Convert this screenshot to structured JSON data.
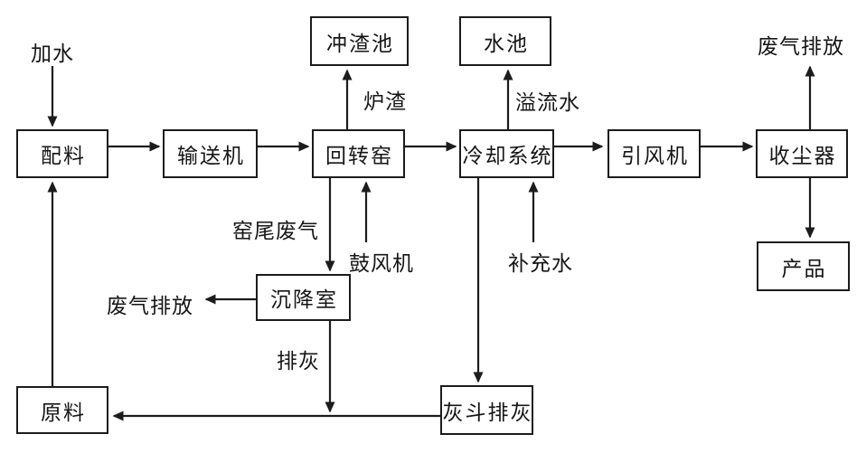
{
  "diagram": {
    "type": "process-flowchart",
    "language": "zh-CN",
    "nodes": {
      "peiliao": "配料",
      "shusongji": "输送机",
      "huizhuanyao": "回转窑",
      "lengquexitong": "冷却系统",
      "yinfengji": "引风机",
      "shouchenqi": "收尘器",
      "chongzhachi": "冲渣池",
      "shuichi": "水池",
      "chanpin": "产品",
      "chenjiangshi": "沉降室",
      "yuanliao": "原料",
      "huidoupaihui": "灰斗排灰"
    },
    "labels": {
      "jiashui": "加水",
      "luzha": "炉渣",
      "yiliushui": "溢流水",
      "feiqi_top": "废气排放",
      "yaowei_feiqi": "窑尾废气",
      "gufengji": "鼓风机",
      "buchongshui": "补充水",
      "feiqi_left": "废气排放",
      "paihui": "排灰"
    },
    "edges": [
      {
        "from": "加水",
        "to": "配料",
        "label": ""
      },
      {
        "from": "原料",
        "to": "配料",
        "label": ""
      },
      {
        "from": "配料",
        "to": "输送机",
        "label": ""
      },
      {
        "from": "输送机",
        "to": "回转窑",
        "label": ""
      },
      {
        "from": "鼓风机",
        "to": "回转窑",
        "label": ""
      },
      {
        "from": "回转窑",
        "to": "冲渣池",
        "label": "炉渣"
      },
      {
        "from": "回转窑",
        "to": "冷却系统",
        "label": ""
      },
      {
        "from": "回转窑",
        "to": "沉降室",
        "label": "窑尾废气"
      },
      {
        "from": "补充水",
        "to": "冷却系统",
        "label": ""
      },
      {
        "from": "冷却系统",
        "to": "水池",
        "label": "溢流水"
      },
      {
        "from": "冷却系统",
        "to": "引风机",
        "label": ""
      },
      {
        "from": "冷却系统",
        "to": "灰斗排灰",
        "label": ""
      },
      {
        "from": "引风机",
        "to": "收尘器",
        "label": ""
      },
      {
        "from": "收尘器",
        "to": "废气排放",
        "label": ""
      },
      {
        "from": "收尘器",
        "to": "产品",
        "label": ""
      },
      {
        "from": "沉降室",
        "to": "废气排放",
        "label": ""
      },
      {
        "from": "沉降室",
        "to": "原料",
        "label": "排灰"
      },
      {
        "from": "灰斗排灰",
        "to": "原料",
        "label": ""
      }
    ],
    "colors": {
      "background": "#ffffff",
      "line": "#1c1c1c",
      "box_border": "#1c1c1c",
      "box_fill": "#ffffff",
      "text": "#161616"
    }
  }
}
